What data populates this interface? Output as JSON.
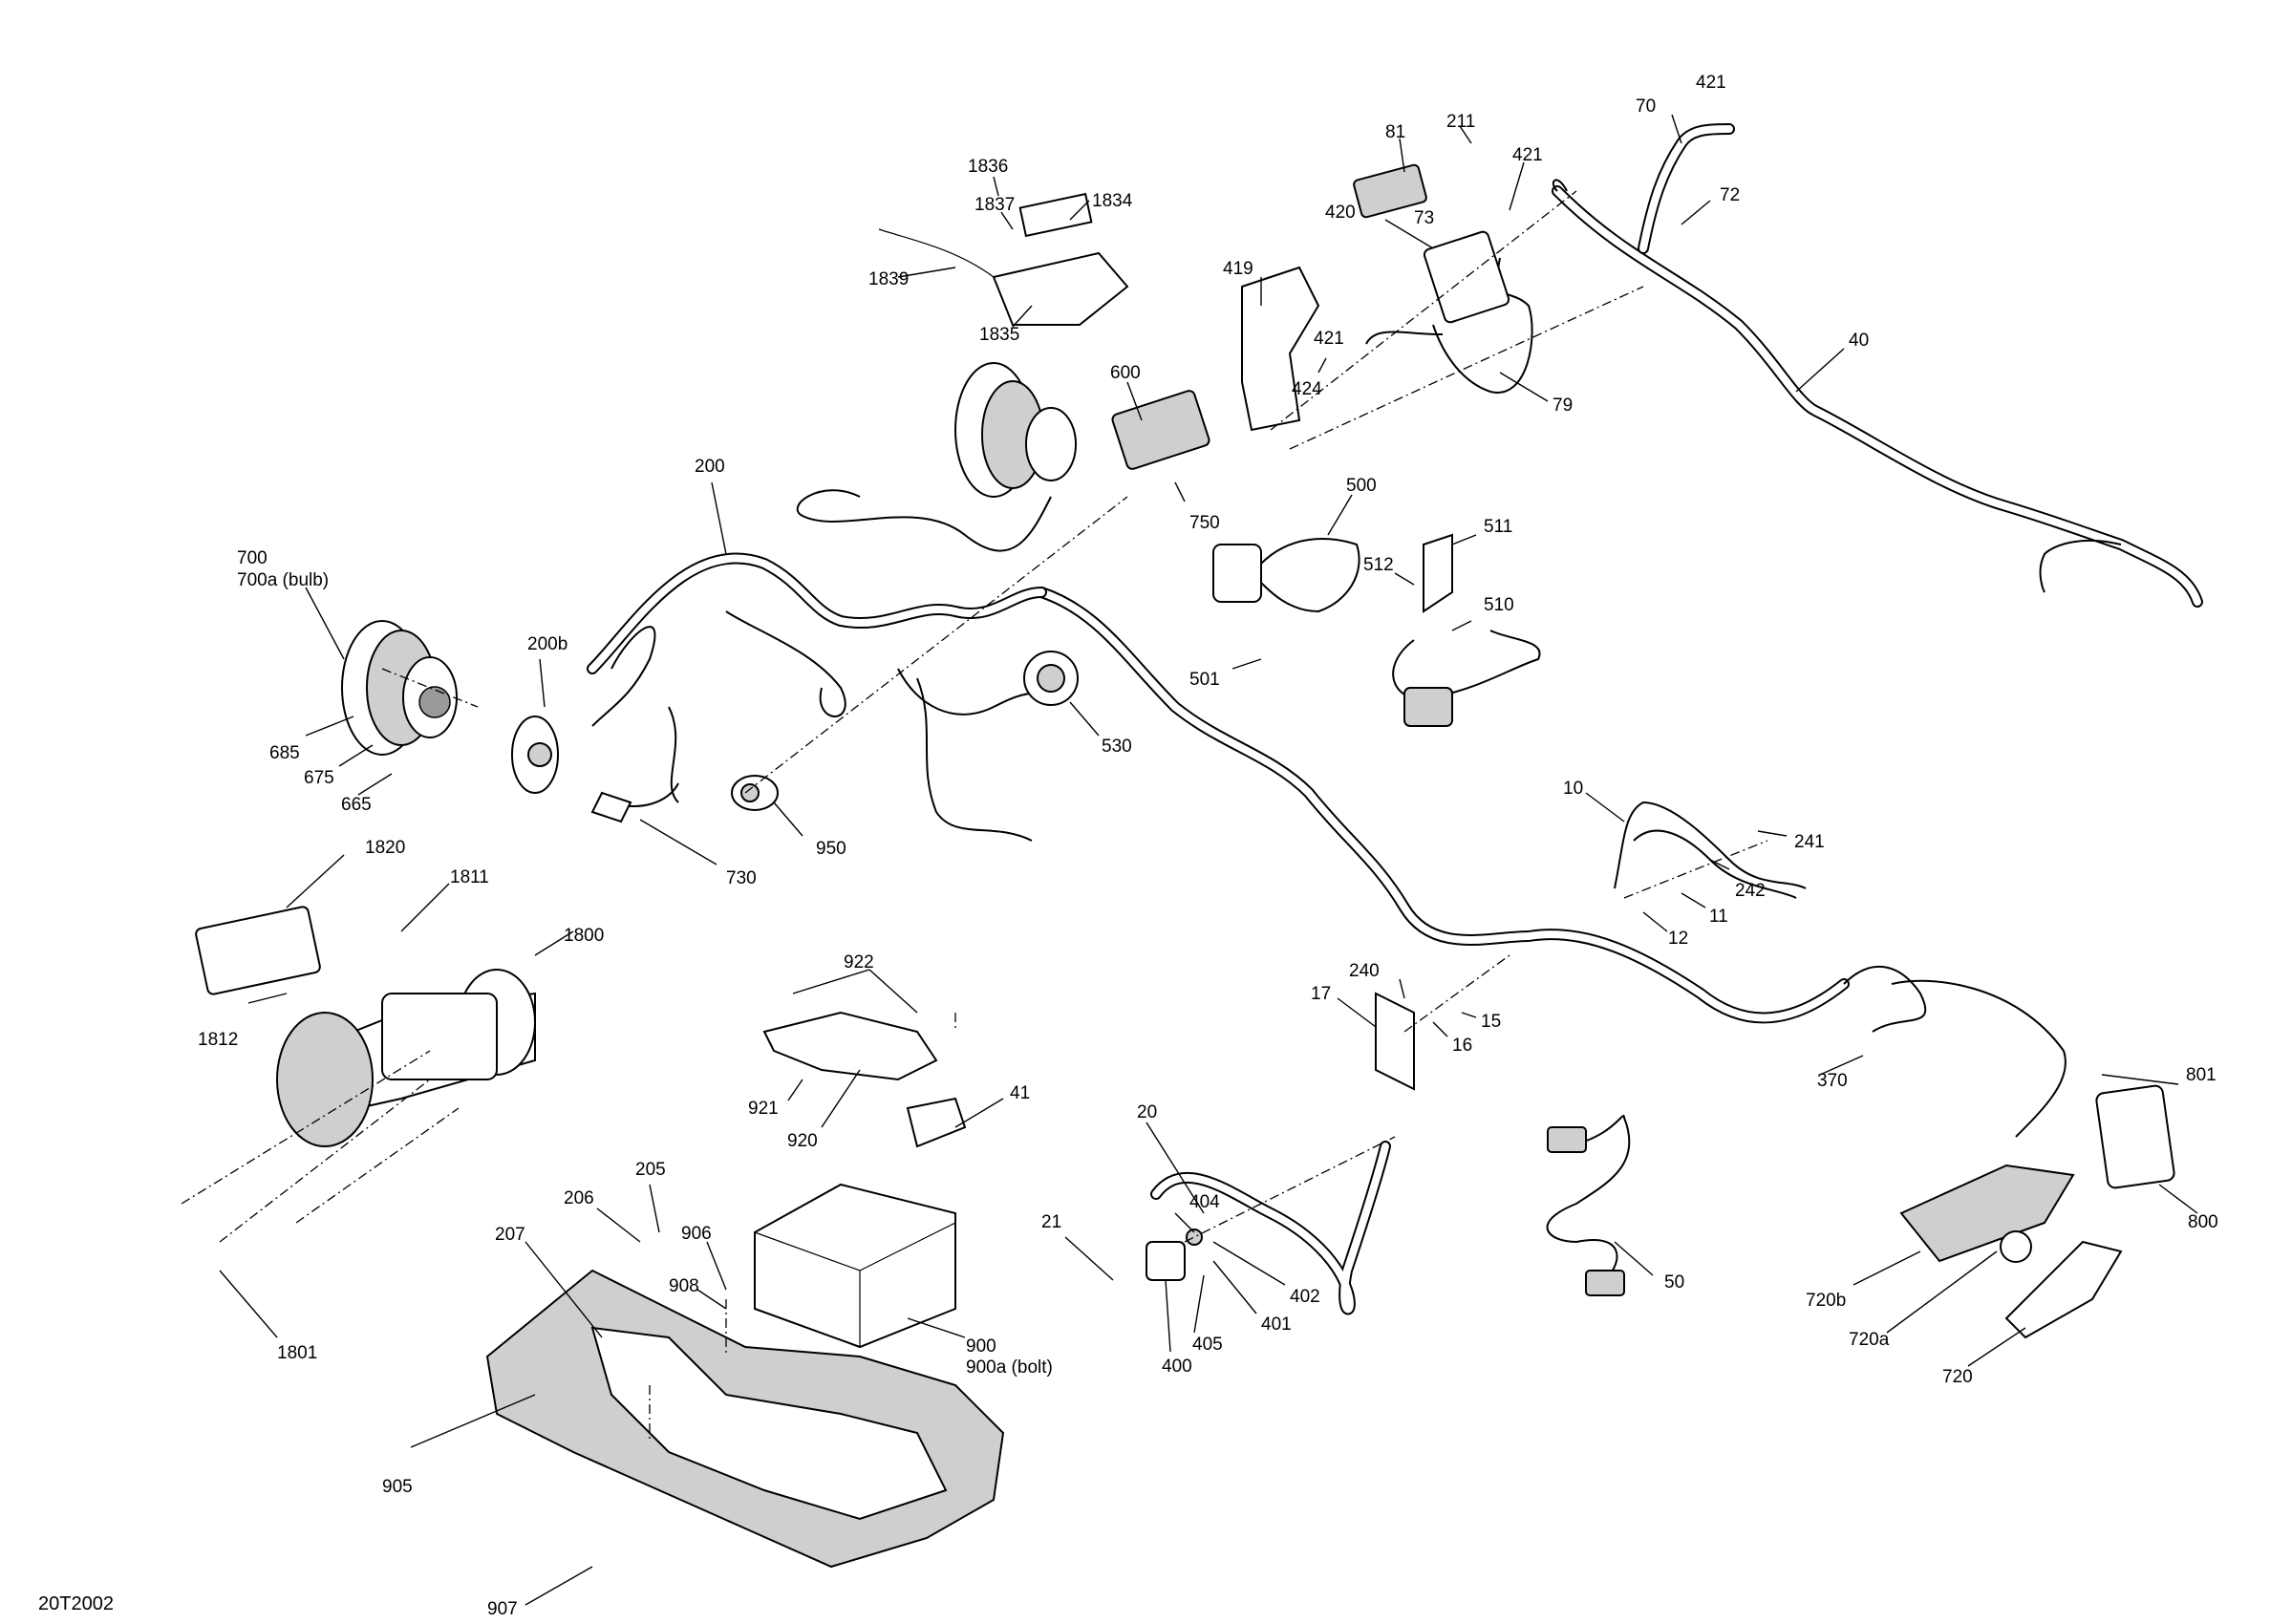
{
  "diagram_ref": "20T2002",
  "callouts": [
    {
      "id": "c1836",
      "text": "1836"
    },
    {
      "id": "c1837",
      "text": "1837"
    },
    {
      "id": "c1834",
      "text": "1834"
    },
    {
      "id": "c1839",
      "text": "1839"
    },
    {
      "id": "c1835",
      "text": "1835"
    },
    {
      "id": "c81",
      "text": "81"
    },
    {
      "id": "c211",
      "text": "211"
    },
    {
      "id": "c421a",
      "text": "421"
    },
    {
      "id": "c421b",
      "text": "421"
    },
    {
      "id": "c421c",
      "text": "421"
    },
    {
      "id": "c70",
      "text": "70"
    },
    {
      "id": "c72",
      "text": "72"
    },
    {
      "id": "c420",
      "text": "420"
    },
    {
      "id": "c73",
      "text": "73"
    },
    {
      "id": "c419",
      "text": "419"
    },
    {
      "id": "c424",
      "text": "424"
    },
    {
      "id": "c79",
      "text": "79"
    },
    {
      "id": "c40",
      "text": "40"
    },
    {
      "id": "c600",
      "text": "600"
    },
    {
      "id": "c750",
      "text": "750"
    },
    {
      "id": "c200",
      "text": "200"
    },
    {
      "id": "c500",
      "text": "500"
    },
    {
      "id": "c511",
      "text": "511"
    },
    {
      "id": "c512",
      "text": "512"
    },
    {
      "id": "c510",
      "text": "510"
    },
    {
      "id": "c501",
      "text": "501"
    },
    {
      "id": "c700",
      "text": "700"
    },
    {
      "id": "c700a",
      "text": "700a (bulb)"
    },
    {
      "id": "c200b",
      "text": "200b"
    },
    {
      "id": "c685",
      "text": "685"
    },
    {
      "id": "c675",
      "text": "675"
    },
    {
      "id": "c665",
      "text": "665"
    },
    {
      "id": "c530",
      "text": "530"
    },
    {
      "id": "c950",
      "text": "950"
    },
    {
      "id": "c730",
      "text": "730"
    },
    {
      "id": "c10",
      "text": "10"
    },
    {
      "id": "c241",
      "text": "241"
    },
    {
      "id": "c242",
      "text": "242"
    },
    {
      "id": "c11",
      "text": "11"
    },
    {
      "id": "c12",
      "text": "12"
    },
    {
      "id": "c1820",
      "text": "1820"
    },
    {
      "id": "c1811",
      "text": "1811"
    },
    {
      "id": "c1800",
      "text": "1800"
    },
    {
      "id": "c1812",
      "text": "1812"
    },
    {
      "id": "c922",
      "text": "922"
    },
    {
      "id": "c921",
      "text": "921"
    },
    {
      "id": "c920",
      "text": "920"
    },
    {
      "id": "c41",
      "text": "41"
    },
    {
      "id": "c240",
      "text": "240"
    },
    {
      "id": "c17",
      "text": "17"
    },
    {
      "id": "c16",
      "text": "16"
    },
    {
      "id": "c15",
      "text": "15"
    },
    {
      "id": "c370",
      "text": "370"
    },
    {
      "id": "c801",
      "text": "801"
    },
    {
      "id": "c800",
      "text": "800"
    },
    {
      "id": "c20",
      "text": "20"
    },
    {
      "id": "c404",
      "text": "404"
    },
    {
      "id": "c21",
      "text": "21"
    },
    {
      "id": "c402",
      "text": "402"
    },
    {
      "id": "c401",
      "text": "401"
    },
    {
      "id": "c405",
      "text": "405"
    },
    {
      "id": "c400",
      "text": "400"
    },
    {
      "id": "c50",
      "text": "50"
    },
    {
      "id": "c720b",
      "text": "720b"
    },
    {
      "id": "c720a",
      "text": "720a"
    },
    {
      "id": "c720",
      "text": "720"
    },
    {
      "id": "c205",
      "text": "205"
    },
    {
      "id": "c206",
      "text": "206"
    },
    {
      "id": "c207",
      "text": "207"
    },
    {
      "id": "c906",
      "text": "906"
    },
    {
      "id": "c908",
      "text": "908"
    },
    {
      "id": "c900",
      "text": "900"
    },
    {
      "id": "c900a",
      "text": "900a (bolt)"
    },
    {
      "id": "c905",
      "text": "905"
    },
    {
      "id": "c907",
      "text": "907"
    },
    {
      "id": "c1801",
      "text": "1801"
    }
  ]
}
